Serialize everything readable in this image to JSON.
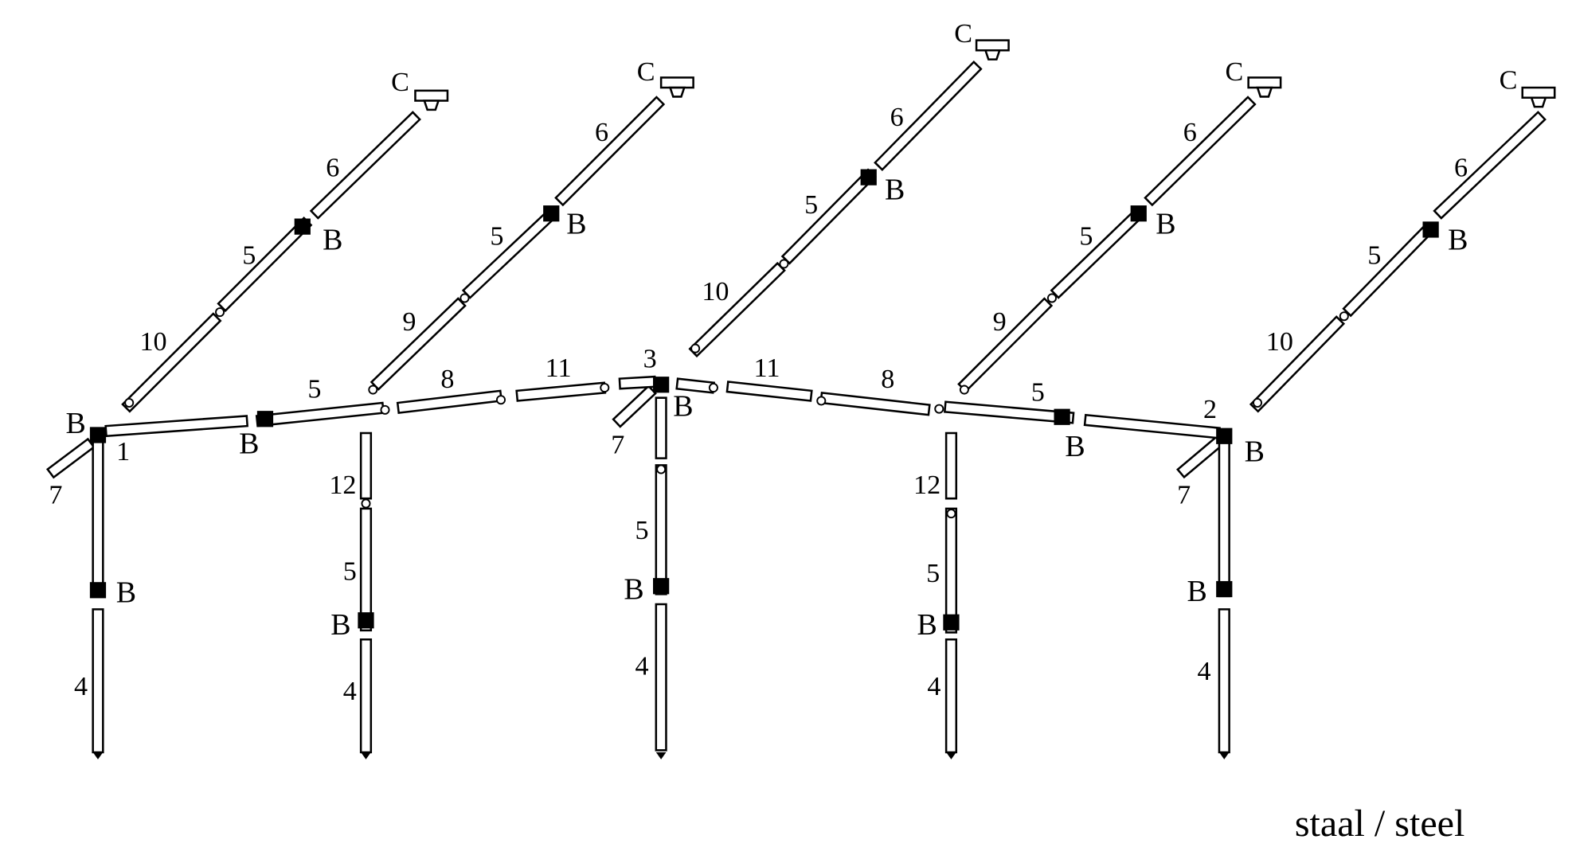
{
  "diagram": {
    "labels": [
      "C",
      "6",
      "B",
      "5",
      "10",
      "B",
      "1",
      "7",
      "B",
      "5",
      "4",
      "B",
      "C",
      "6",
      "B",
      "5",
      "9",
      "8",
      "11",
      "3",
      "B",
      "7",
      "12",
      "5",
      "B",
      "4",
      "C",
      "6",
      "B",
      "5",
      "10",
      "5",
      "B",
      "4",
      "C",
      "6",
      "B",
      "5",
      "9",
      "11",
      "8",
      "5",
      "B",
      "12",
      "5",
      "B",
      "4",
      "C",
      "6",
      "B",
      "5",
      "10",
      "2",
      "B",
      "7",
      "B",
      "4"
    ],
    "caption": "staal / steel"
  },
  "colors": {
    "line": "#000000",
    "background": "#ffffff"
  }
}
